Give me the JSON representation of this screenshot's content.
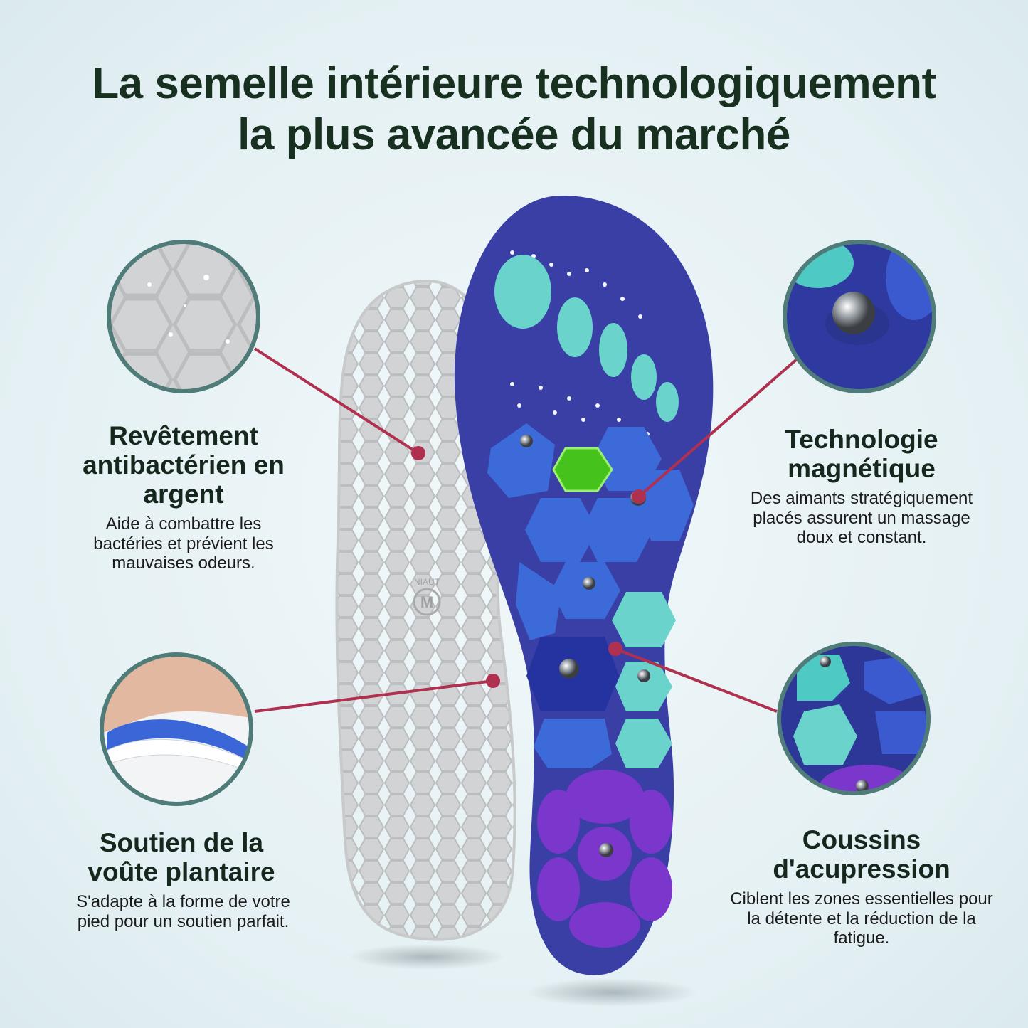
{
  "title": {
    "line1": "La semelle intérieure technologiquement",
    "line2": "la plus avancée du marché"
  },
  "features": [
    {
      "heading": "Revêtement antibactérien en argent",
      "description": "Aide à combattre les bactéries et prévient les mauvaises odeurs."
    },
    {
      "heading": "Soutien de la voûte plantaire",
      "description": "S'adapte à la forme de votre pied pour un soutien parfait."
    },
    {
      "heading": "Technologie magnétique",
      "description": "Des aimants stratégiquement placés assurent un massage doux et constant."
    },
    {
      "heading": "Coussins d'acupression",
      "description": "Ciblent les zones essentielles pour la détente et la réduction de la fatigue."
    }
  ],
  "insole_marking": {
    "brand": "NIAUT",
    "size": "M"
  },
  "colors": {
    "accent_line": "#b0304f",
    "circle_border": "#4f7b79",
    "insole_top": "#3a3fa6",
    "cushion_teal": "#5fd0c8",
    "cushion_blue": "#3b66d8",
    "cushion_purple": "#7a35c8",
    "magnet_green": "#46c21d"
  }
}
